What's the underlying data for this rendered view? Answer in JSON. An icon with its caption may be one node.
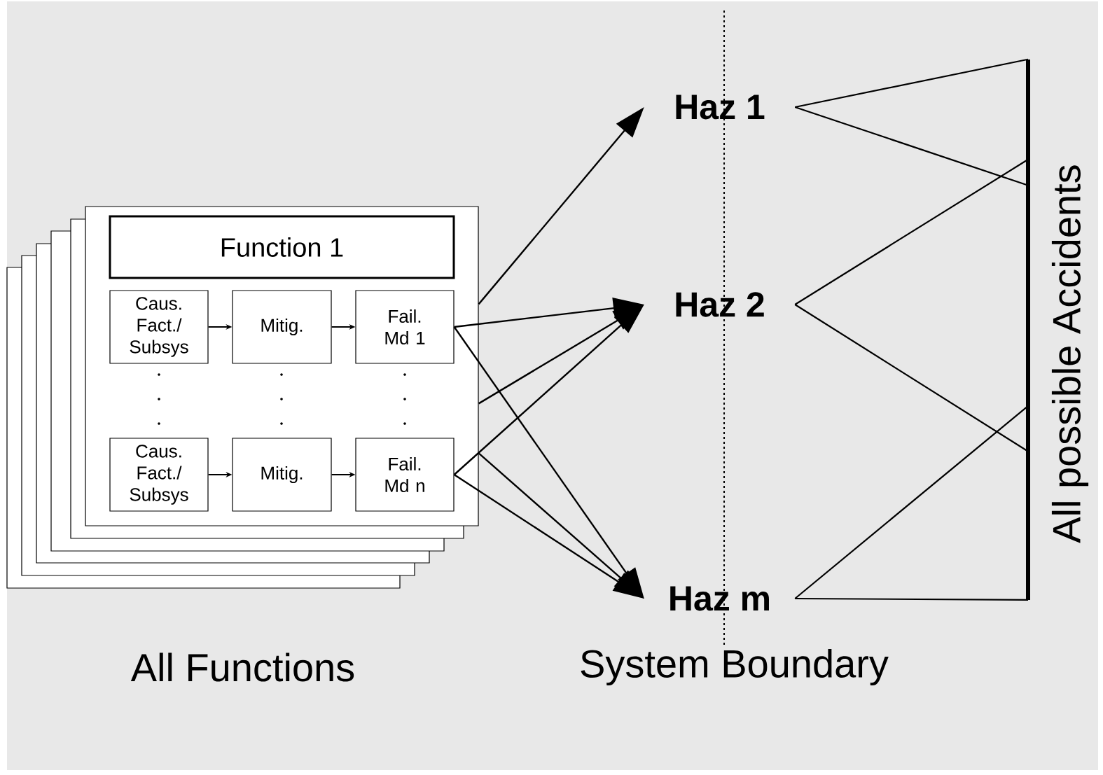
{
  "diagram": {
    "nodes": [
      {
        "text": [],
        "shape": "box"
      },
      {
        "text": [
          "Function 1"
        ],
        "in": 0
      },
      {
        "text": [
          "Caus. Fact./ Subsys"
        ],
        "in": 0
      },
      {
        "text": [
          "Mitig."
        ],
        "in": 0
      },
      {
        "text": [
          "Fail. Md 1"
        ],
        "in": 0
      },
      {
        "text": [
          "Caus. Fact./ Subsys"
        ],
        "in": 0
      },
      {
        "text": [
          "Mitig."
        ],
        "in": 0
      },
      {
        "text": [
          "Fail. Md n"
        ],
        "in": 0
      },
      {
        "text": [
          "Haz 1"
        ]
      },
      {
        "text": [
          "Haz 2"
        ]
      },
      {
        "text": [
          "Haz m"
        ]
      },
      {
        "text": [],
        "shape": "bar"
      }
    ],
    "edges": [
      {
        "from": 2,
        "to": 3,
        "arrow": "to"
      },
      {
        "from": 3,
        "to": 4,
        "arrow": "to"
      },
      {
        "from": 5,
        "to": 6,
        "arrow": "to"
      },
      {
        "from": 6,
        "to": 7,
        "arrow": "to"
      },
      {
        "from": 0,
        "to": 8,
        "arrow": "to"
      },
      {
        "from": 4,
        "to": 9,
        "arrow": "to"
      },
      {
        "from": 4,
        "to": 10,
        "arrow": "to"
      },
      {
        "from": 0,
        "to": 9,
        "arrow": "to"
      },
      {
        "from": 7,
        "to": 9,
        "arrow": "to"
      },
      {
        "from": 7,
        "to": 10,
        "arrow": "to"
      },
      {
        "from": 0,
        "to": 10,
        "arrow": "to"
      },
      {
        "from": 8,
        "to": 11,
        "arrow": "none"
      },
      {
        "from": 8,
        "to": 11,
        "arrow": "none"
      },
      {
        "from": 9,
        "to": 11,
        "arrow": "none"
      },
      {
        "from": 9,
        "to": 11,
        "arrow": "none"
      },
      {
        "from": 10,
        "to": 11,
        "arrow": "none"
      },
      {
        "from": 10,
        "to": 11,
        "arrow": "none"
      }
    ],
    "labels": [
      "All Functions",
      "System Boundary",
      "All possible Accidents"
    ]
  }
}
